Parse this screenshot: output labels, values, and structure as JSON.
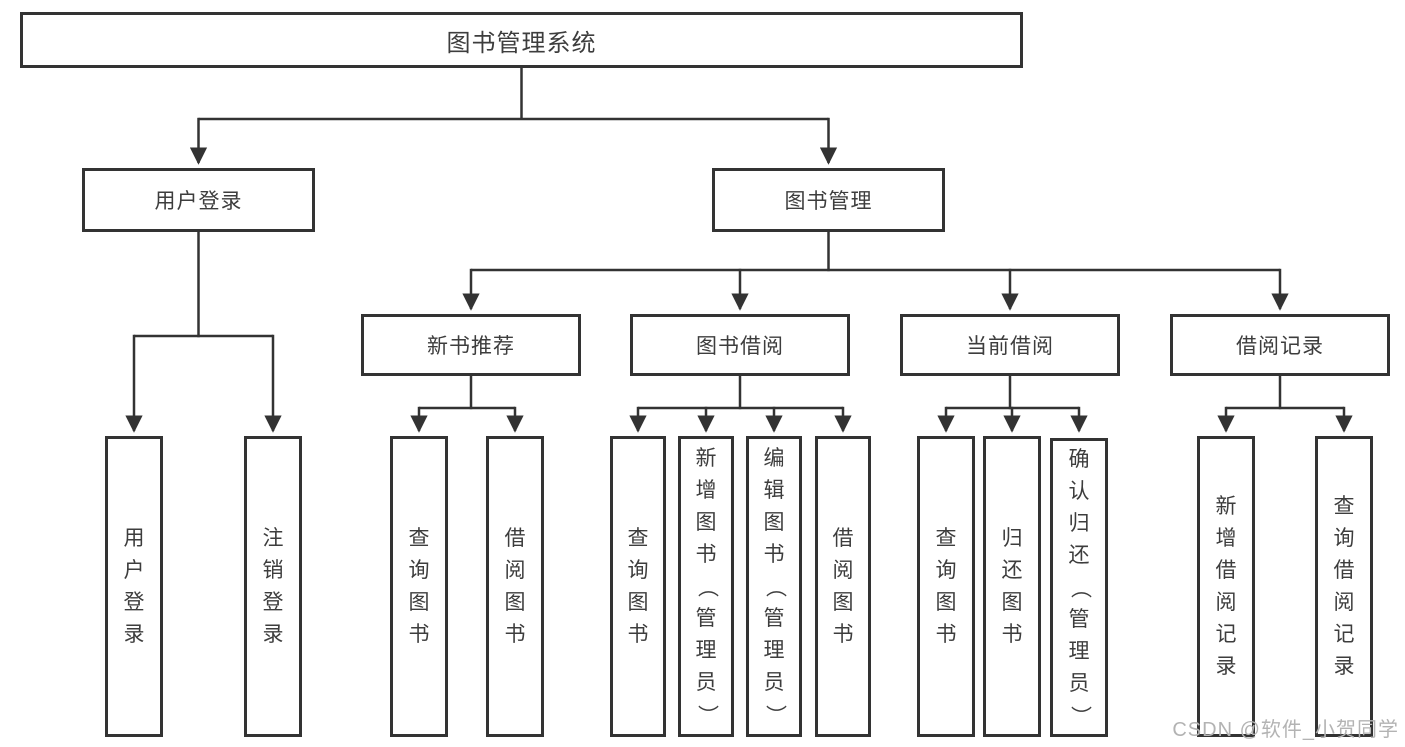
{
  "tree": {
    "root": "图书管理系统",
    "user_login": {
      "label": "用户登录",
      "children": [
        "用户登录",
        "注销登录"
      ]
    },
    "book_mgmt": {
      "label": "图书管理",
      "sections": [
        {
          "label": "新书推荐",
          "children": [
            "查询图书",
            "借阅图书"
          ]
        },
        {
          "label": "图书借阅",
          "children": [
            "查询图书",
            "新增图书（管理员）",
            "编辑图书（管理员）",
            "借阅图书"
          ]
        },
        {
          "label": "当前借阅",
          "children": [
            "查询图书",
            "归还图书",
            "确认归还（管理员）"
          ]
        },
        {
          "label": "借阅记录",
          "children": [
            "新增借阅记录",
            "查询借阅记录"
          ]
        }
      ]
    }
  },
  "watermark": "CSDN @软件_小贺同学",
  "colors": {
    "line": "#333333",
    "text": "#3d3d3d",
    "watermark": "#b3b3b3",
    "background": "#ffffff"
  }
}
